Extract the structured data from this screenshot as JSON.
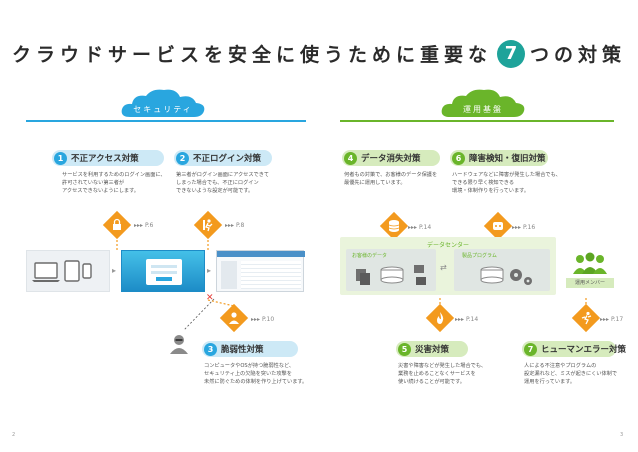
{
  "title": {
    "prefix": "クラウドサービスを安全に使うために重要な",
    "number": "7",
    "suffix": "つの対策"
  },
  "sections": {
    "security": "セキュリティ",
    "operations": "運用基盤"
  },
  "measures": [
    {
      "num": "1",
      "title": "不正アクセス対策",
      "desc": [
        "サービスを利用するためのログイン画面に、",
        "許可されていない第三者が",
        "アクセスできないようにします。"
      ],
      "page": "P.6"
    },
    {
      "num": "2",
      "title": "不正ログイン対策",
      "desc": [
        "第三者がログイン画面にアクセスできて",
        "しまった場合でも、不正にログイン",
        "できないような設定が可能です。"
      ],
      "page": "P.8"
    },
    {
      "num": "3",
      "title": "脆弱性対策",
      "desc": [
        "コンピュータやOSが持つ脆弱性など、",
        "セキュリティ上の欠陥を突いた攻撃を",
        "未然に防ぐための体制を作り上げています。"
      ],
      "page": "P.10"
    },
    {
      "num": "4",
      "title": "データ消失対策",
      "desc": [
        "何者もの対策で、お客様のデータ保護を",
        "最優先に運用しています。"
      ],
      "page": "P.14"
    },
    {
      "num": "5",
      "title": "災害対策",
      "desc": [
        "災害や障害などが発生した場合でも、",
        "業務を止めることなくサービスを",
        "使い続けることが可能です。"
      ],
      "page": "P.14"
    },
    {
      "num": "6",
      "title": "障害検知・復旧対策",
      "desc": [
        "ハードウェアなどに障害が発生した場合でも、",
        "できる限り早く検知できる",
        "環境・体制作りを行っています。"
      ],
      "page": "P.16"
    },
    {
      "num": "7",
      "title": "ヒューマンエラー対策",
      "desc": [
        "人による不注意やプログラムの",
        "設定漏れなど、ミスが起きにくい体制で",
        "運用を行っています。"
      ],
      "page": "P.17"
    }
  ],
  "datacenter": {
    "label": "データセンター",
    "customer_data": "お客様のデータ",
    "program": "製品プログラム"
  },
  "ops_members": "運用メンバー",
  "page_numbers": {
    "left": "2",
    "right": "3"
  },
  "colors": {
    "security": "#29a6df",
    "operations": "#6ab52a",
    "orange": "#f39a1e",
    "title_accent": "#1ea39a"
  }
}
